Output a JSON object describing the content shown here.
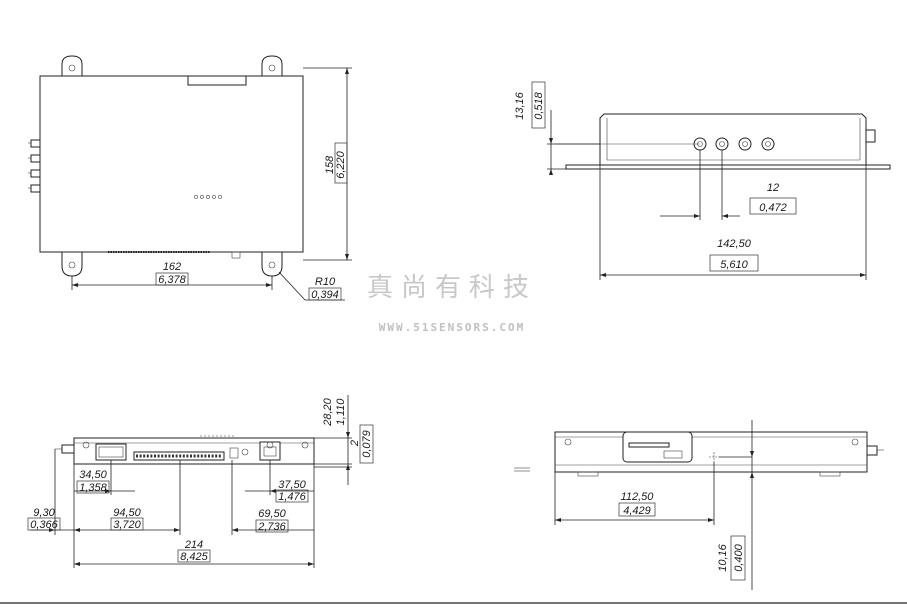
{
  "watermark": {
    "brand": "真尚有科技",
    "url": "WWW.51SENSORS.COM"
  },
  "top_view": {
    "width_mm": "162",
    "width_in": "6,378",
    "height_mm": "158",
    "height_in": "6,220",
    "radius_mm": "R10",
    "radius_in": "0,394"
  },
  "front_view": {
    "top_gap_mm": "13,16",
    "top_gap_in": "0,518",
    "pitch_mm": "12",
    "pitch_in": "0,472",
    "width_mm": "142,50",
    "width_in": "5,610"
  },
  "side_view_left": {
    "height_mm": "28,20",
    "height_in": "1,110",
    "foot_mm": "2",
    "foot_in": "0,079",
    "port1_mm": "34,50",
    "port1_in": "1,358",
    "port2_mm": "37,50",
    "port2_in": "1,476",
    "offset_mm": "9,30",
    "offset_in": "0,366",
    "terminal_mm": "94,50",
    "terminal_in": "3,720",
    "rj45_mm": "69,50",
    "rj45_in": "2,736",
    "total_mm": "214",
    "total_in": "8,425"
  },
  "side_view_right": {
    "center_mm": "112,50",
    "center_in": "4,429",
    "height_mm": "10,16",
    "height_in": "0,400"
  }
}
